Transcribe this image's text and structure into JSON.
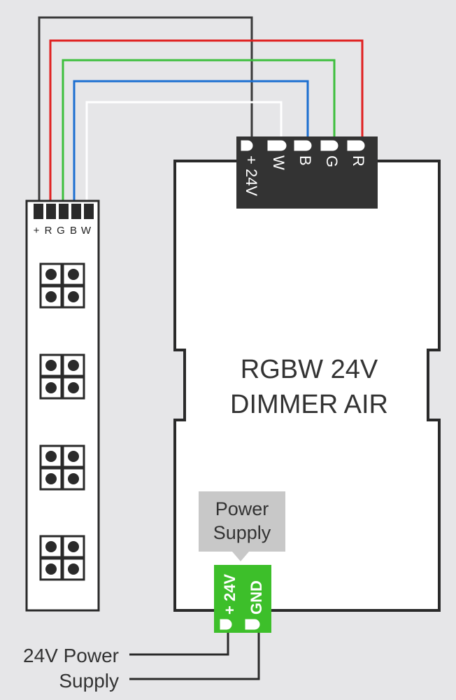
{
  "strip": {
    "pin_labels": [
      "+",
      "R",
      "G",
      "B",
      "W"
    ]
  },
  "dimmer": {
    "title_line1": "RGBW 24V",
    "title_line2": "DIMMER AIR",
    "terminals": [
      "+ 24V",
      "W",
      "B",
      "G",
      "R"
    ]
  },
  "power_supply_box": {
    "line1": "Power",
    "line2": "Supply"
  },
  "power_terminal": {
    "labels": [
      "+ 24V",
      "GND"
    ]
  },
  "external_supply": {
    "line1": "24V Power",
    "line2": "Supply"
  },
  "colors": {
    "background": "#e6e6e8",
    "wire_black": "#3a3a3a",
    "wire_red": "#e02020",
    "wire_green": "#3dbf3d",
    "wire_blue": "#1c6fd1",
    "wire_white": "#ffffff",
    "terminal_block": "#333333",
    "power_terminal": "#3dbf2a",
    "label_box": "#c8c8c8"
  }
}
